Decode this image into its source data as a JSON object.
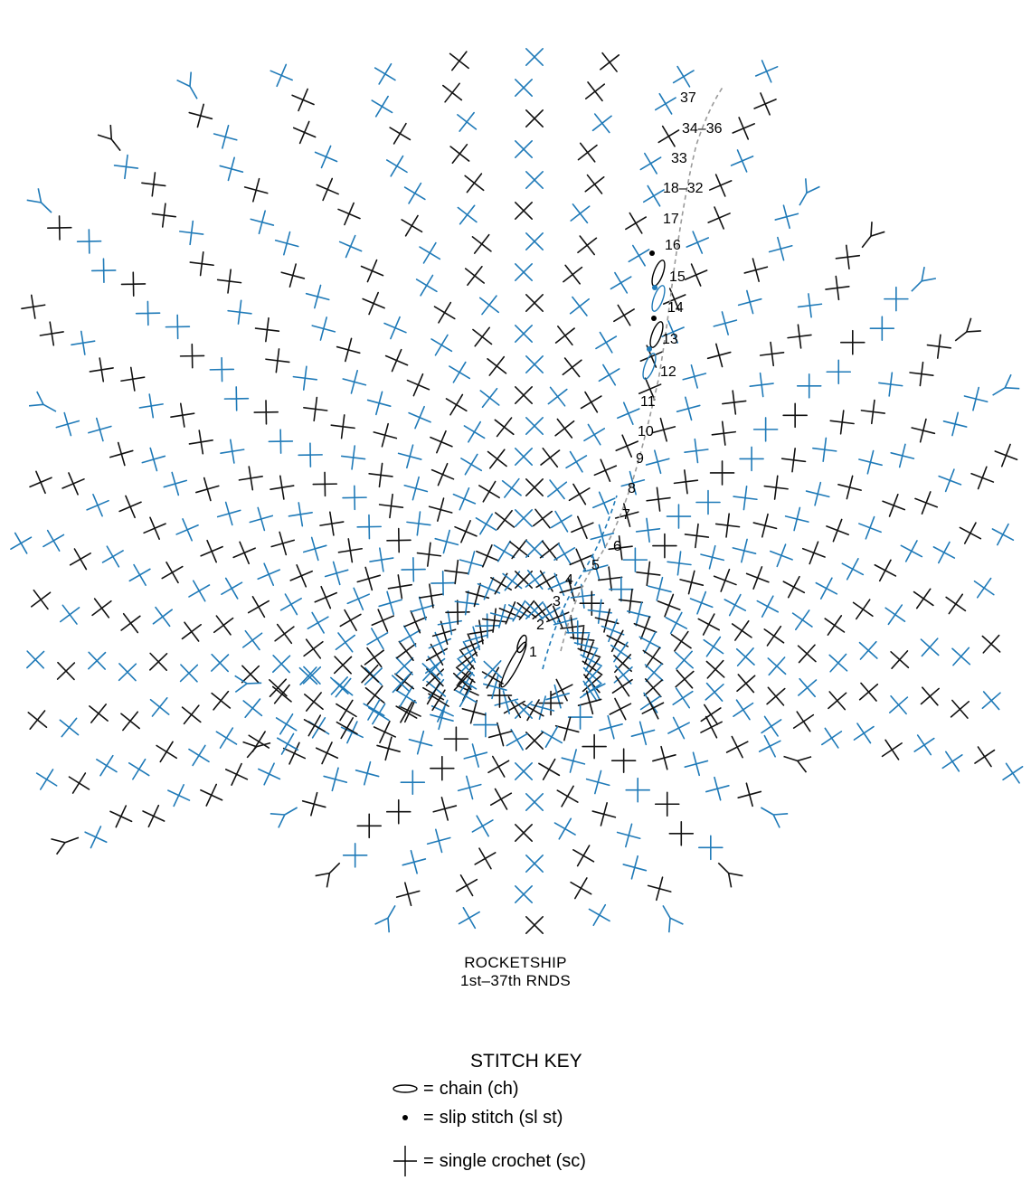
{
  "chart_title": [
    "ROCKETSHIP",
    "1st–37th RNDS"
  ],
  "round_labels": [
    "1",
    "2",
    "3",
    "4",
    "5",
    "6",
    "7",
    "8",
    "9",
    "10",
    "11",
    "12",
    "13",
    "14",
    "15",
    "16",
    "17",
    "18–32",
    "33",
    "34–36",
    "37"
  ],
  "colors": {
    "black_rows": "#111111",
    "blue_rows": "#1f7ab8",
    "turning_dashes": "#9a9a9a"
  },
  "legend": {
    "title": "STITCH KEY",
    "equals": "=",
    "items": [
      {
        "symbol": "chain-icon",
        "label": "chain (ch)"
      },
      {
        "symbol": "slip-stitch-icon",
        "label": "slip stitch (sl st)"
      },
      {
        "symbol": "single-crochet-icon",
        "label": "single crochet (sc)"
      }
    ]
  }
}
